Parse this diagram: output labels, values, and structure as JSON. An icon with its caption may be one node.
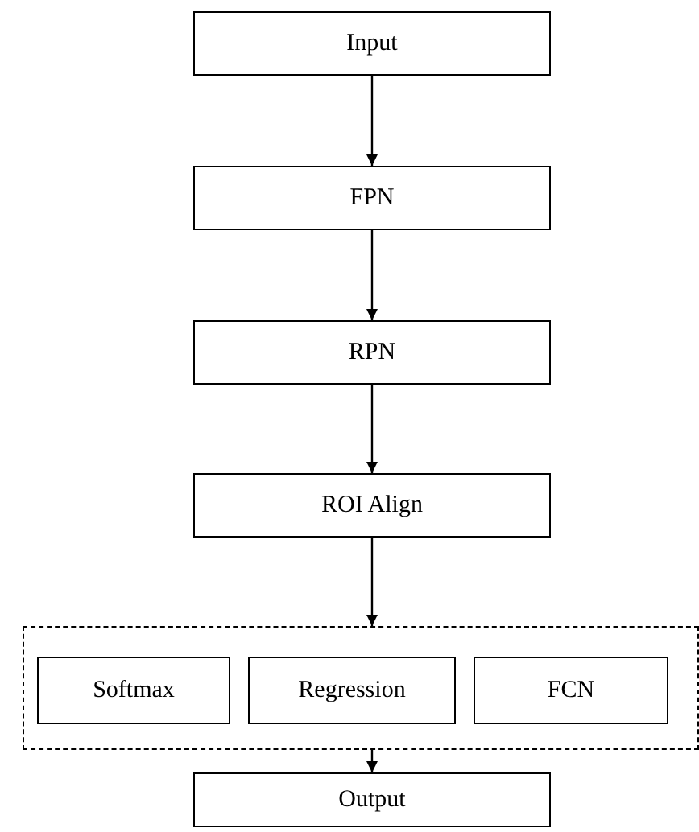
{
  "diagram": {
    "nodes": [
      {
        "text": [
          "Input"
        ]
      },
      {
        "text": [
          "FPN"
        ]
      },
      {
        "text": [
          "RPN"
        ]
      },
      {
        "text": [
          "ROI Align"
        ]
      },
      {
        "text": [],
        "shape": "box"
      },
      {
        "text": [
          "Softmax"
        ],
        "in": 4
      },
      {
        "text": [
          "Regression"
        ],
        "in": 4
      },
      {
        "text": [
          "FCN"
        ],
        "in": 4
      },
      {
        "text": [
          "Output"
        ]
      }
    ],
    "edges": [
      {
        "from": 0,
        "to": 1,
        "arrow": "to"
      },
      {
        "from": 1,
        "to": 2,
        "arrow": "to"
      },
      {
        "from": 2,
        "to": 3,
        "arrow": "to"
      },
      {
        "from": 3,
        "to": 4,
        "arrow": "to"
      },
      {
        "from": 4,
        "to": 8,
        "arrow": "to"
      }
    ]
  }
}
